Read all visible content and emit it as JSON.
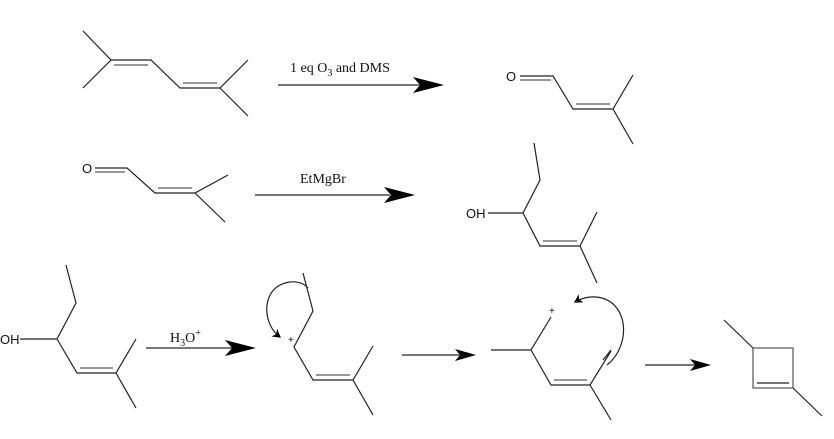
{
  "reactions": {
    "step1": {
      "reagent_pre": "1 eq O",
      "reagent_sub": "3",
      "reagent_post": " and DMS"
    },
    "step2": {
      "reagent": "EtMgBr"
    },
    "step3": {
      "reagent_pre": "H",
      "reagent_sub": "3",
      "reagent_mid": "O",
      "reagent_sup": "+"
    }
  },
  "atoms": {
    "oxygen": "O",
    "hydroxyl": "OH",
    "cation": "+"
  },
  "colors": {
    "bond": "#222222",
    "arrow": "#000000",
    "background": "#ffffff"
  }
}
